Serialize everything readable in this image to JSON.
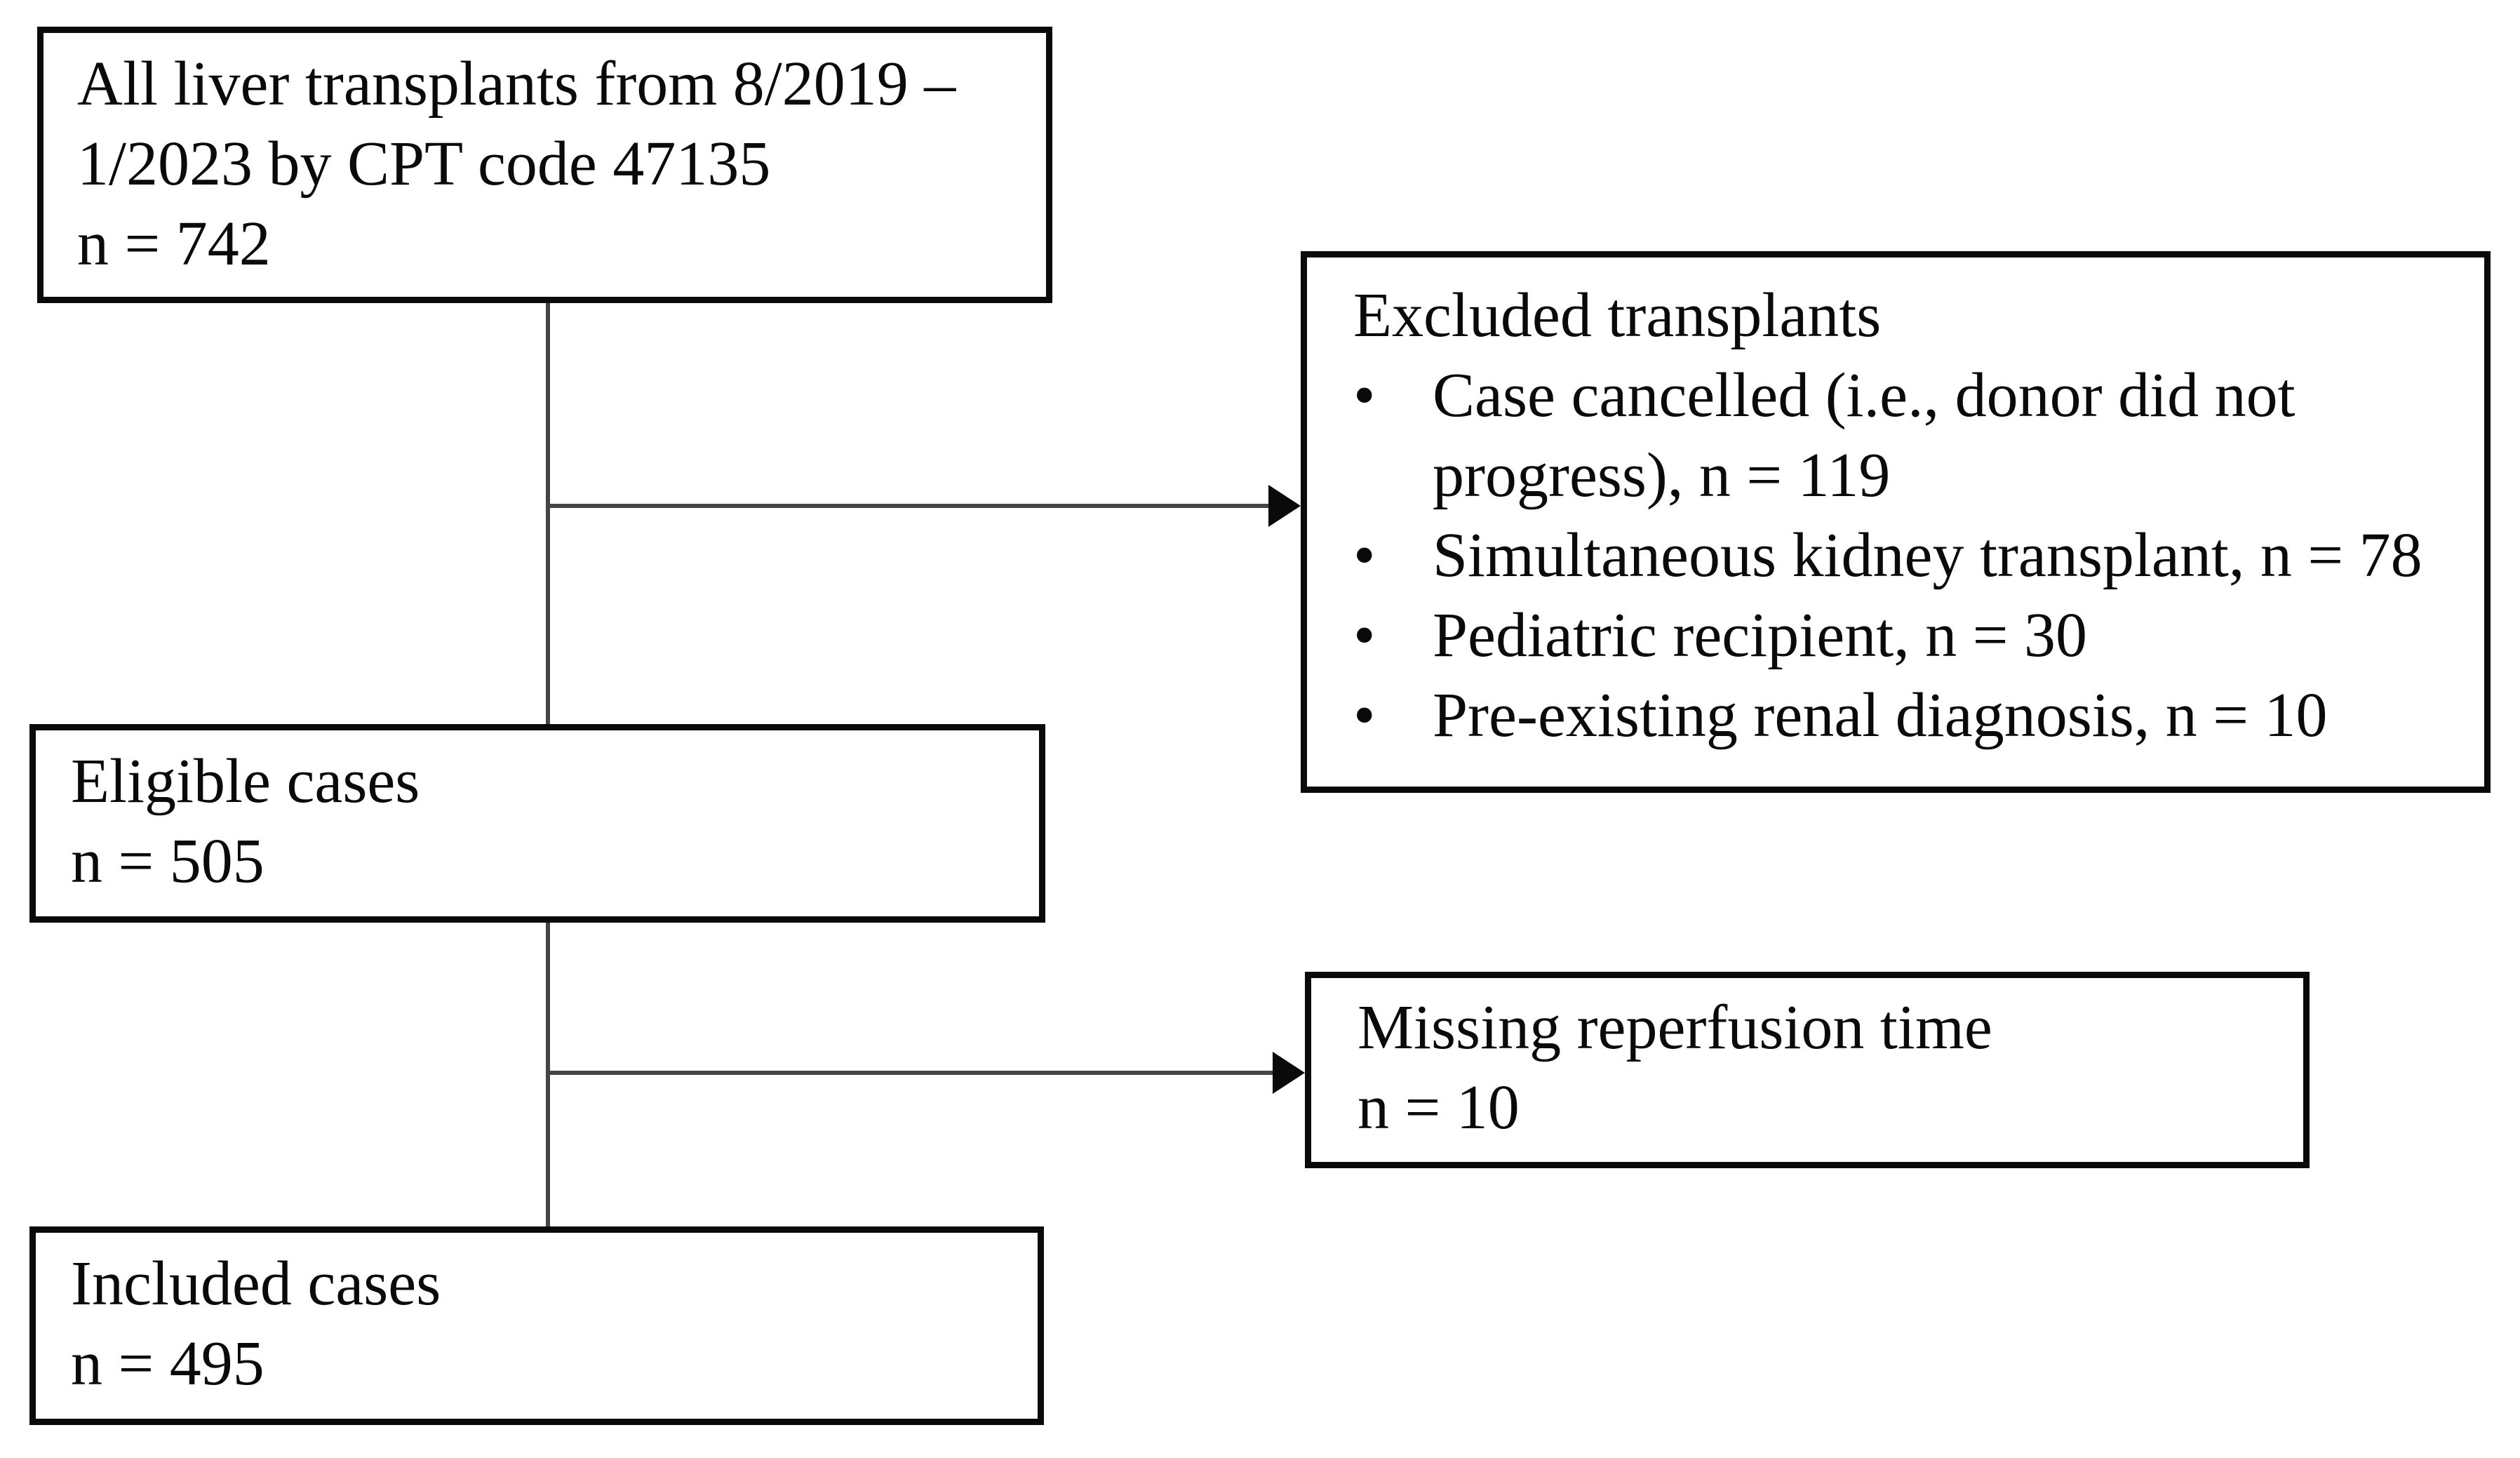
{
  "page": {
    "background": "#ffffff"
  },
  "diagram": {
    "colors": {
      "box_border": "#0a0a0a",
      "box_fill": "#ffffff",
      "text": "#0a0a0a",
      "connector_line": "#454545",
      "arrow_head": "#0a0a0a"
    },
    "bullet_glyph": "•",
    "top_box": {
      "label": "All liver transplants from 8/2019 – 1/2023 by CPT code 47135",
      "count": "n = 742"
    },
    "excluded_box": {
      "title": "Excluded transplants",
      "items": [
        "Case cancelled (i.e., donor did not progress), n = 119",
        "Simultaneous kidney transplant, n = 78",
        "Pediatric recipient, n = 30",
        "Pre-existing renal diagnosis, n = 10"
      ]
    },
    "eligible_box": {
      "label": "Eligible cases",
      "count": "n = 505"
    },
    "missing_box": {
      "label": "Missing reperfusion time",
      "count": "n = 10"
    },
    "included_box": {
      "label": "Included cases",
      "count": "n = 495"
    }
  }
}
